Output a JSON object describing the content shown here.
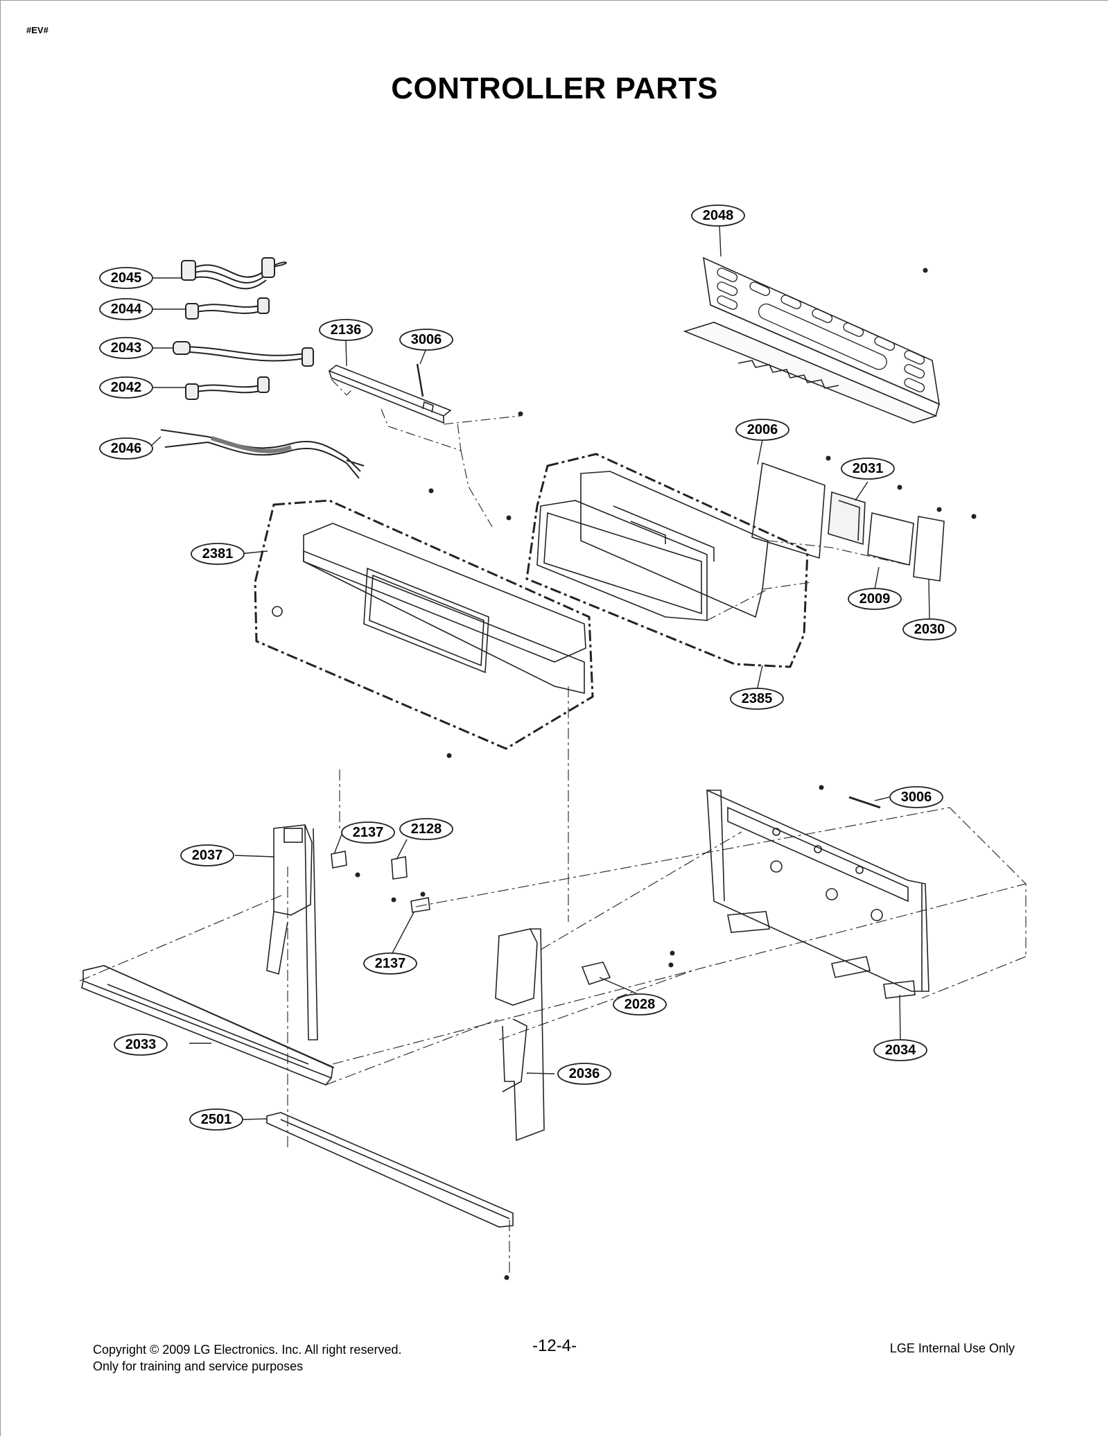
{
  "header": {
    "tag": "#EV#",
    "title": "CONTROLLER PARTS"
  },
  "callouts": {
    "c2048": "2048",
    "c2045": "2045",
    "c2044": "2044",
    "c2043": "2043",
    "c2042": "2042",
    "c2046": "2046",
    "c2136": "2136",
    "c3006a": "3006",
    "c2006": "2006",
    "c2031": "2031",
    "c2381": "2381",
    "c2009": "2009",
    "c2030": "2030",
    "c2385": "2385",
    "c3006b": "3006",
    "c2137a": "2137",
    "c2128": "2128",
    "c2037": "2037",
    "c2137b": "2137",
    "c2028": "2028",
    "c2034": "2034",
    "c2033": "2033",
    "c2036": "2036",
    "c2501": "2501"
  },
  "footer": {
    "copyright": "Copyright © 2009 LG Electronics. Inc. All right reserved.",
    "note": "Only for training and service purposes",
    "page_number": "-12-4-",
    "internal": "LGE Internal Use Only"
  }
}
